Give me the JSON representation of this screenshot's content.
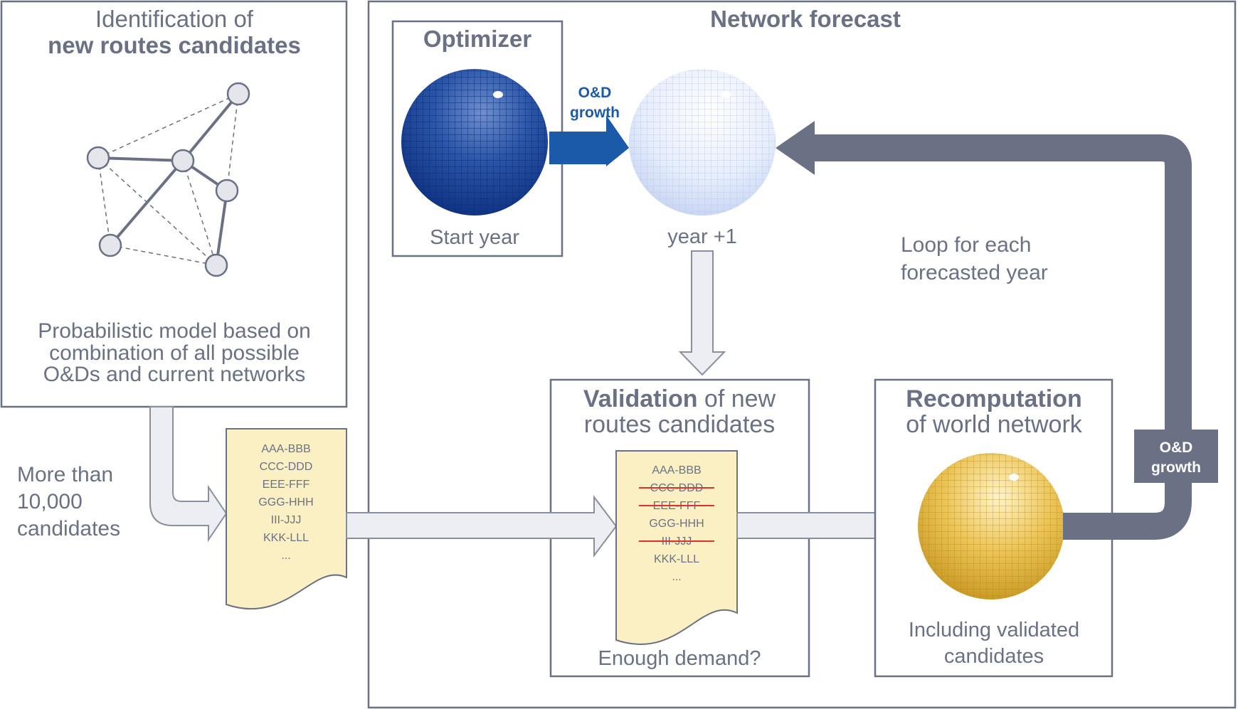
{
  "left_panel": {
    "title_line1": "Identification of",
    "title_line2": "new routes candidates",
    "desc_lines": [
      "Probabilistic model based on",
      "combination of all possible",
      "O&Ds and current networks"
    ]
  },
  "candidates_note": [
    "More than",
    "10,000",
    "candidates"
  ],
  "candidate_list": [
    "AAA-BBB",
    "CCC-DDD",
    "EEE-FFF",
    "GGG-HHH",
    "III-JJJ",
    "KKK-LLL",
    "..."
  ],
  "network_forecast": {
    "title": "Network forecast",
    "optimizer": {
      "title": "Optimizer",
      "caption": "Start year"
    },
    "growth_label": [
      "O&D",
      "growth"
    ],
    "next_year_caption": "year +1",
    "loop_label": [
      "Loop for each",
      "forecasted year"
    ],
    "validation": {
      "title_bold": "Validation",
      "title_rest": " of new",
      "title_line2": "routes candidates",
      "caption": "Enough demand?",
      "items": [
        {
          "text": "AAA-BBB",
          "struck": false
        },
        {
          "text": "CCC-DDD",
          "struck": true
        },
        {
          "text": "EEE-FFF",
          "struck": true
        },
        {
          "text": "GGG-HHH",
          "struck": false
        },
        {
          "text": "III-JJJ",
          "struck": true
        },
        {
          "text": "KKK-LLL",
          "struck": false
        },
        {
          "text": "...",
          "struck": false
        }
      ]
    },
    "recomputation": {
      "title_bold": "Recomputation",
      "title_line2": "of world network",
      "caption_lines": [
        "Including validated",
        "candidates"
      ]
    },
    "loop_growth_label": [
      "O&D",
      "growth"
    ]
  },
  "colors": {
    "text_gray": "#6b7184",
    "dark_blue": "#1f4f9e",
    "arrow_blue": "#1a5aa8",
    "slate_arrow": "#6b7184",
    "doc_yellow": "#fbf0c4",
    "gold": "#e0b642",
    "strike_red": "#e03030"
  },
  "icons": [
    "graph-network-icon",
    "globe-dark-blue",
    "globe-light-blue",
    "globe-gold",
    "document-icon"
  ]
}
